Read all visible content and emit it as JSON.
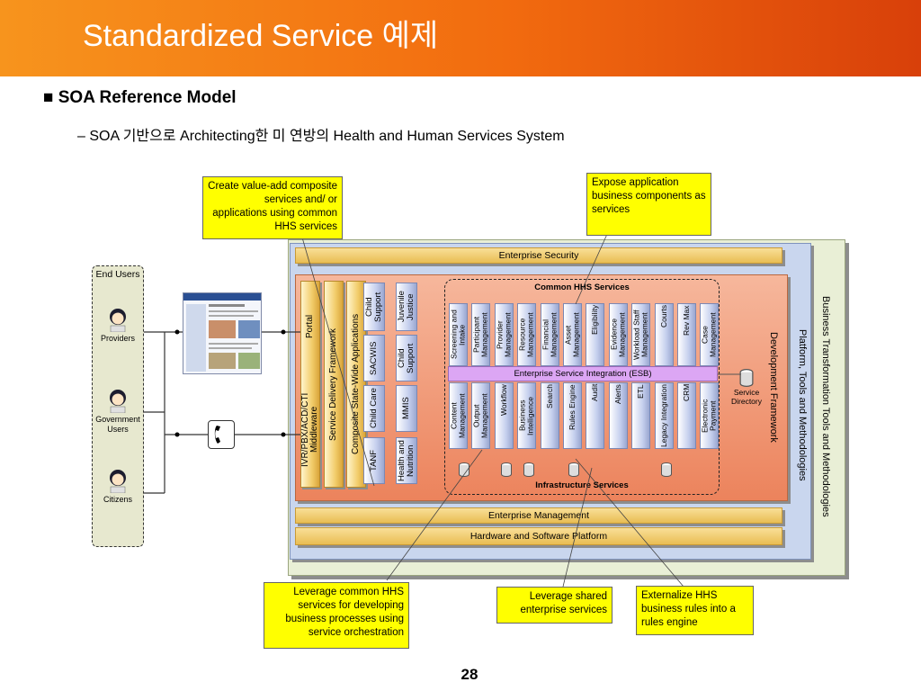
{
  "slide": {
    "title": "Standardized Service 예제",
    "bullet": "■ SOA Reference Model",
    "subbullet": "–  SOA 기반으로 Architecting한  미 연방의 Health and Human Services System",
    "page_number": "28"
  },
  "callouts": {
    "top_left": "Create value-add composite services and/ or applications using common HHS services",
    "top_right": "Expose application business components as services",
    "bottom_1": "Leverage common HHS services for developing business processes using service orchestration",
    "bottom_2": "Leverage shared enterprise services",
    "bottom_3": "Externalize HHS business rules into a rules engine"
  },
  "end_users": {
    "header": "End Users",
    "providers": "Providers",
    "government": "Government Users",
    "citizens": "Citizens"
  },
  "layers": {
    "enterprise_security": "Enterprise Security",
    "enterprise_management": "Enterprise Management",
    "hardware_platform": "Hardware and Software Platform",
    "business_transformation": "Business Transformation Tools and Methodologies",
    "platform_tools": "Platform, Tools and Methodologies",
    "development_framework": "Development Framework",
    "portal": "Portal",
    "ivr": "IVR/PBX/ACD/CTI Middleware",
    "service_delivery": "Service Delivery Framework",
    "composite_apps": "Composite State-Wide Applications"
  },
  "composite_apps": [
    "Child Support",
    "Juvenile Justice",
    "SACWIS",
    "Child Support",
    "Child Care",
    "MMIS",
    "TANF",
    "Health and Nutrition"
  ],
  "common_services": {
    "title": "Common HHS Services",
    "items": [
      "Screening and Intake",
      "Participant Management",
      "Provider Management",
      "Resource Management",
      "Financial Management",
      "Asset Management",
      "Eligibility",
      "Evidence Management",
      "Workload Staff Management",
      "Courts",
      "Rev Max",
      "Case Management"
    ]
  },
  "esb": "Enterprise Service Integration (ESB)",
  "service_directory": "Service Directory",
  "infrastructure_services": {
    "title": "Infrastructure Services",
    "items": [
      "Content Management",
      "Output Management",
      "Workflow",
      "Business Intelligence",
      "Search",
      "Rules Engine",
      "Audit",
      "Alerts",
      "ETL",
      "Legacy Integration",
      "CRM",
      "Electronic Payment"
    ]
  },
  "colors": {
    "header_orange": "#f26b0f",
    "callout_yellow": "#ffff00",
    "framework_salmon": "#f0906a",
    "esb_purple": "#d9a7f2"
  }
}
